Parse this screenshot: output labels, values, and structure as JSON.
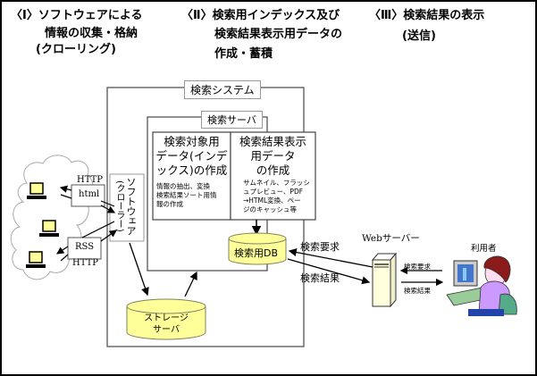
{
  "headers": {
    "phase1": {
      "line1": "〈Ⅰ〉ソフトウェアによる",
      "line2": "情報の収集・格納",
      "line3": "(クローリング)"
    },
    "phase2": {
      "line1": "〈Ⅱ〉検索用インデックス及び",
      "line2": "検索結果表示用データの",
      "line3": "作成・蓄積"
    },
    "phase3": {
      "line1": "〈Ⅲ〉検索結果の表示",
      "line2": "(送信)"
    }
  },
  "search_system": {
    "title": "検索システム"
  },
  "search_server": {
    "title": "検索サーバ",
    "index_panel": {
      "title_lines": [
        "検索対象用",
        "データ(インデ",
        "ックス)の作成"
      ],
      "desc_lines": [
        "情報の抽出、変換",
        "検索結果ソート用情",
        "報の作成"
      ]
    },
    "display_panel": {
      "title_lines": [
        "検索結果表示",
        "用データ",
        "の作成"
      ],
      "desc_lines": [
        "サムネイル、フラッシ",
        "ュプレビュー、PDF",
        "→HTML変換、ペー",
        "ジのキャッシュ等"
      ]
    },
    "db_label": "検索用DB"
  },
  "crawler": {
    "label_main": "ソフトウェア",
    "label_sub": "(クローラー)"
  },
  "storage": {
    "line1": "ストレージ",
    "line2": "サーバ"
  },
  "internet": {
    "http_top": "HTTP",
    "html": "html",
    "rss": "RSS",
    "http_bottom": "HTTP"
  },
  "flows": {
    "request": "検索要求",
    "result": "検索結果",
    "user_request": "検索要求",
    "user_result": "検索結果"
  },
  "web_server": {
    "label": "Webサーバー"
  },
  "user": {
    "label": "利用者"
  },
  "colors": {
    "db_fill": "#ffff99",
    "db_stroke": "#808060",
    "server_fill": "#ffffdd",
    "box_stroke": "#555555"
  }
}
